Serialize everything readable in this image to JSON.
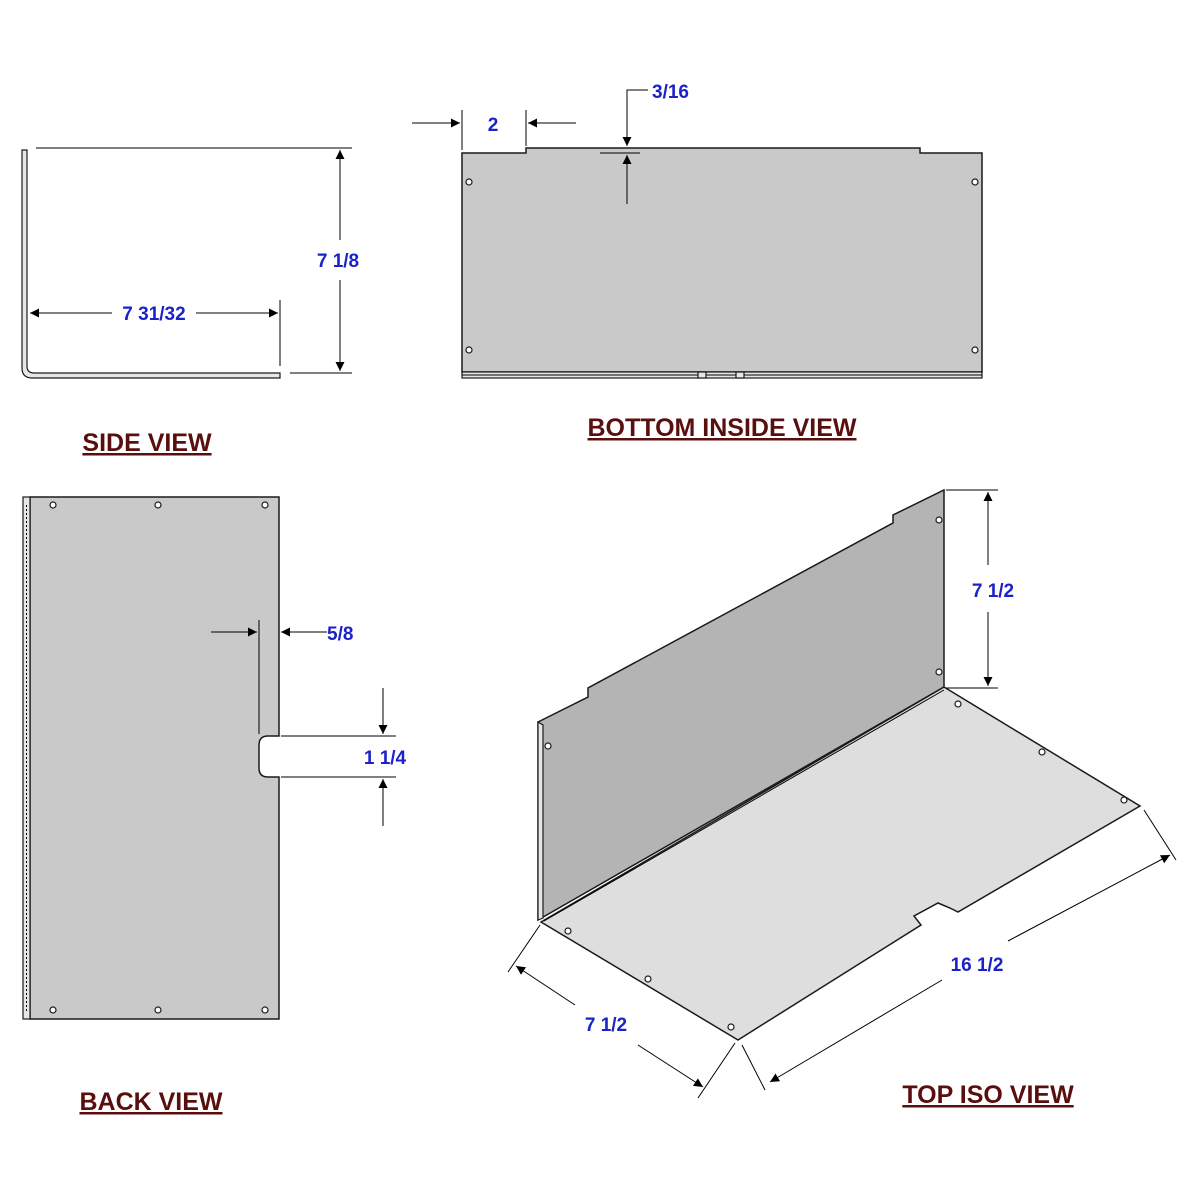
{
  "views": {
    "side": {
      "title": "SIDE VIEW",
      "width_dim": "7 31/32",
      "height_dim": "7 1/8"
    },
    "bottom_inside": {
      "title": "BOTTOM INSIDE VIEW",
      "notch_width_dim": "2",
      "notch_depth_dim": "3/16"
    },
    "back": {
      "title": "BACK VIEW",
      "notch_depth_dim": "5/8",
      "notch_height_dim": "1 1/4"
    },
    "top_iso": {
      "title": "TOP ISO VIEW",
      "height_dim": "7 1/2",
      "depth_dim": "7 1/2",
      "length_dim": "16 1/2"
    }
  },
  "colors": {
    "dimension_text": "#1a22c8",
    "title_text": "#5a0f0f",
    "plate_fill": "#c9c9c9"
  }
}
